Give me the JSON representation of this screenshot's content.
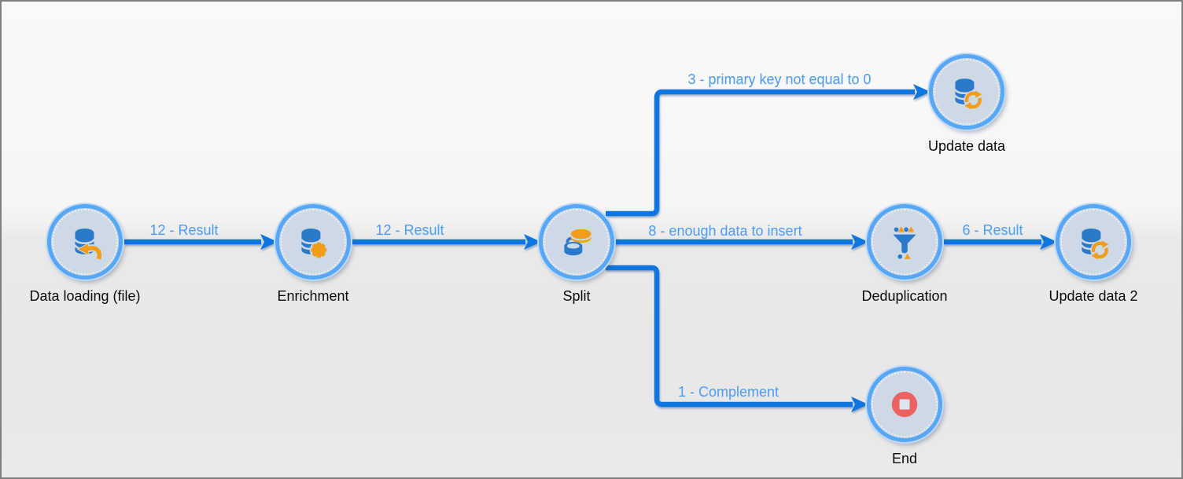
{
  "canvas": {
    "border_color": "#7f7f7f",
    "background_top": "#f9f9f9",
    "background_bottom": "#e8e8e8"
  },
  "workflow": {
    "nodes": [
      {
        "id": "data-loading",
        "label": "Data loading (file)",
        "icon": "database-import-icon"
      },
      {
        "id": "enrichment",
        "label": "Enrichment",
        "icon": "database-gear-icon"
      },
      {
        "id": "split",
        "label": "Split",
        "icon": "split-disks-icon"
      },
      {
        "id": "update-data",
        "label": "Update data",
        "icon": "database-refresh-icon"
      },
      {
        "id": "deduplication",
        "label": "Deduplication",
        "icon": "funnel-icon"
      },
      {
        "id": "update-data-2",
        "label": "Update data 2",
        "icon": "database-refresh-icon"
      },
      {
        "id": "end",
        "label": "End",
        "icon": "stop-icon"
      }
    ],
    "edges": [
      {
        "from": "data-loading",
        "to": "enrichment",
        "label": "12 - Result"
      },
      {
        "from": "enrichment",
        "to": "split",
        "label": "12 - Result"
      },
      {
        "from": "split",
        "to": "update-data",
        "label": "3 - primary key not equal to 0"
      },
      {
        "from": "split",
        "to": "deduplication",
        "label": "8 - enough data to insert"
      },
      {
        "from": "deduplication",
        "to": "update-data-2",
        "label": "6 - Result"
      },
      {
        "from": "split",
        "to": "end",
        "label": "1 - Complement"
      }
    ],
    "colors": {
      "edge": "#0e76df",
      "edge_label": "#4f9ef2",
      "node_ring": "#57a7f7",
      "node_fill": "#cdd9e5",
      "icon_blue": "#2b7ac9",
      "icon_orange": "#f39c1a",
      "stop_red": "#ed6161"
    }
  }
}
